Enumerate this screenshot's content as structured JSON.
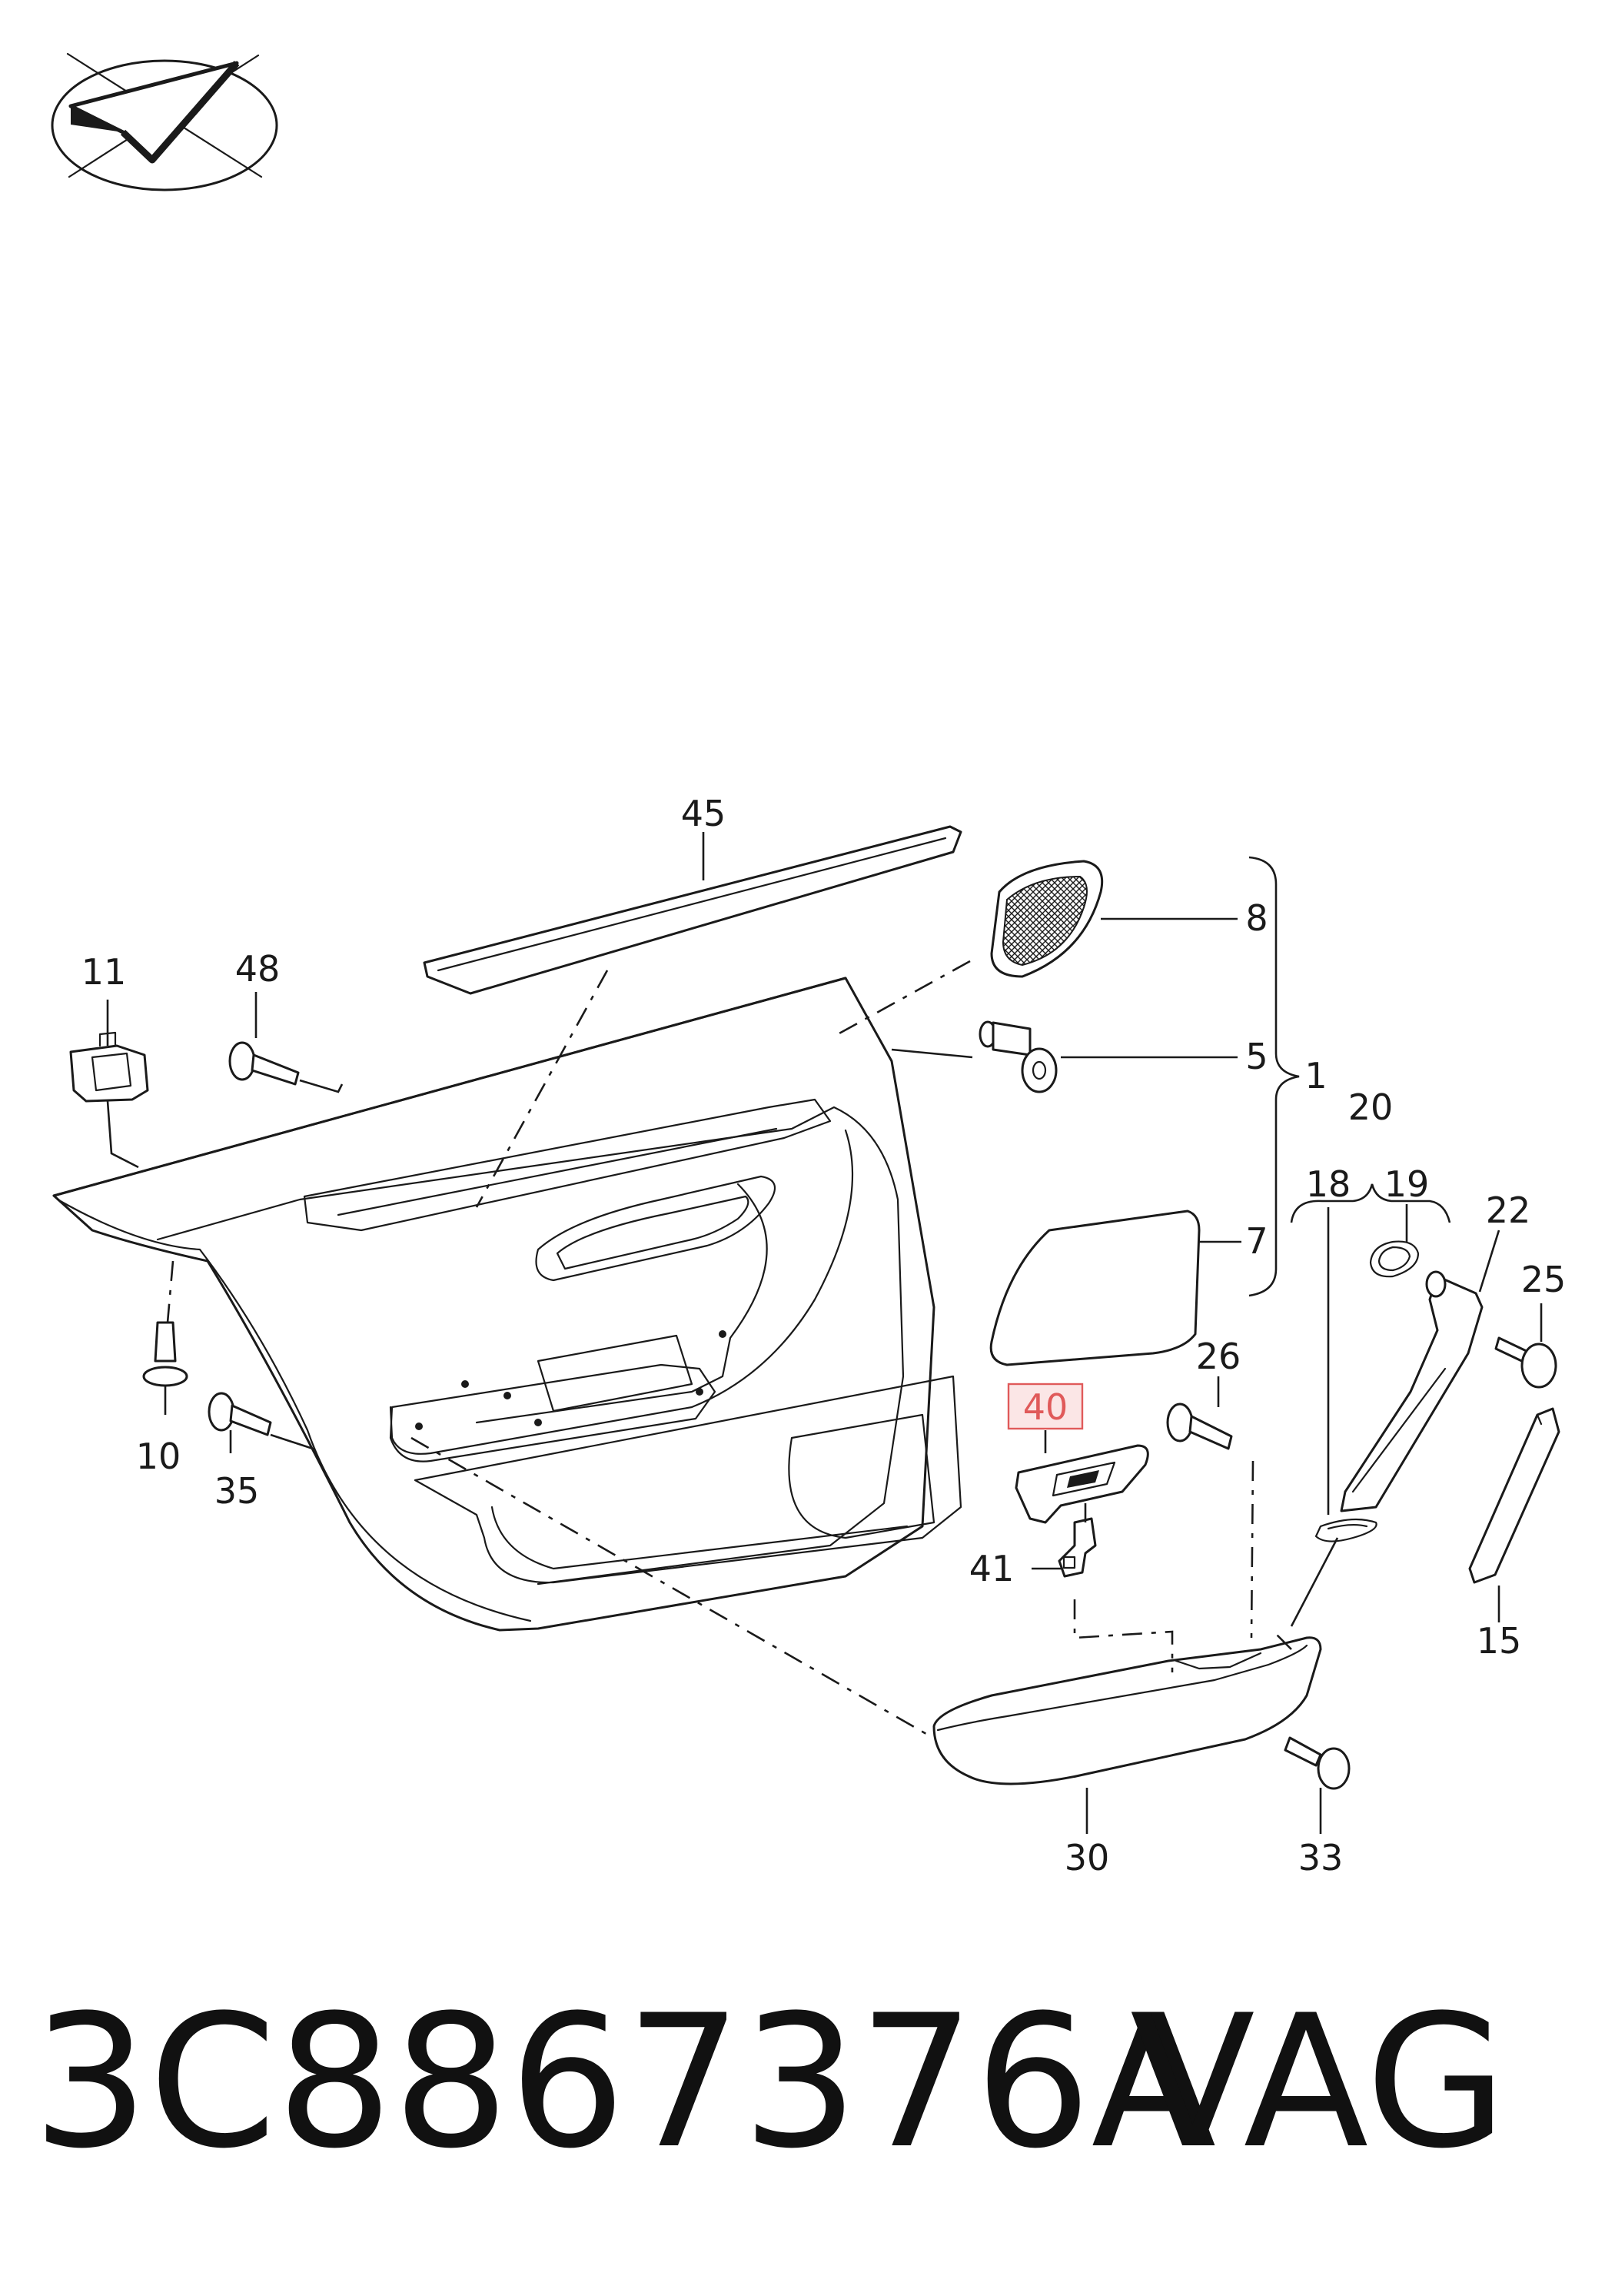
{
  "callouts": [
    "45",
    "8",
    "5",
    "1",
    "11",
    "48",
    "20",
    "18",
    "19",
    "22",
    "25",
    "7",
    "26",
    "10",
    "35",
    "40",
    "41",
    "15",
    "30",
    "33"
  ],
  "highlighted_callout": "40",
  "highlight_color": "#e05a5a",
  "highlight_fill": "#fbe6e6",
  "footer": {
    "part_number": "3C8867376A",
    "brand": "VAG"
  },
  "logo": {
    "name": "paper-plane-check-logo"
  }
}
